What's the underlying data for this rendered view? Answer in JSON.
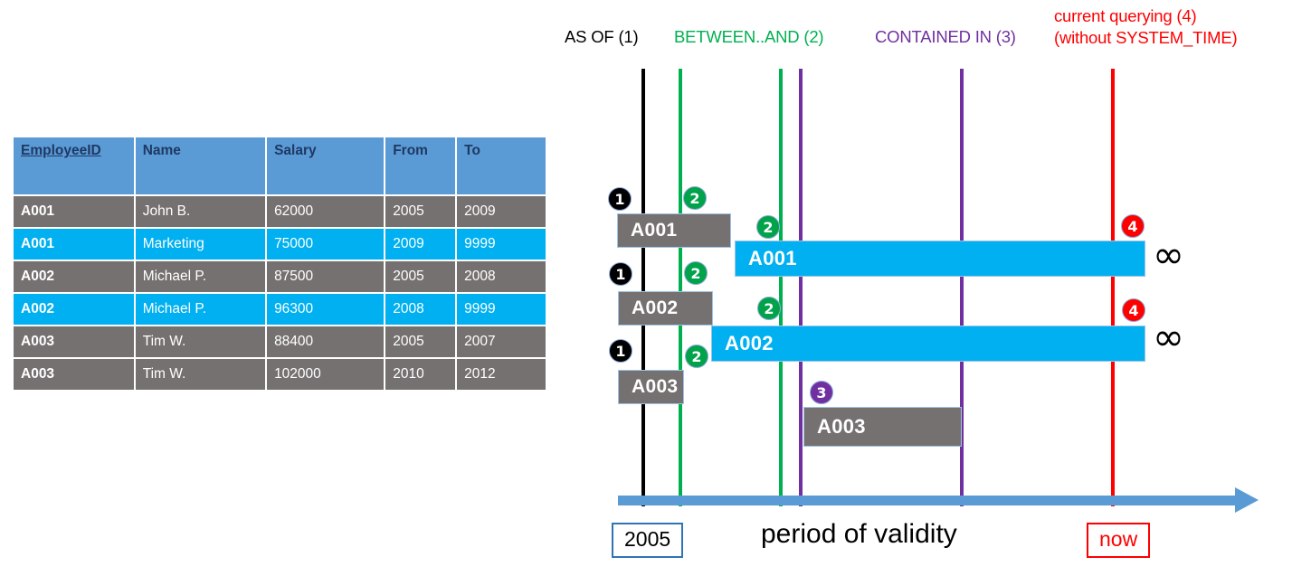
{
  "table": {
    "columns": [
      "EmployeeID",
      "Name",
      "Salary",
      "From",
      "To"
    ],
    "rows": [
      {
        "style": "gray",
        "id": "A001",
        "name": "John  B.",
        "salary": "62000",
        "from": "2005",
        "to": "2009"
      },
      {
        "style": "cyan",
        "id": "A001",
        "name": "Marketing",
        "salary": "75000",
        "from": "2009",
        "to": "9999"
      },
      {
        "style": "gray",
        "id": "A002",
        "name": "Michael P.",
        "salary": "87500",
        "from": "2005",
        "to": "2008"
      },
      {
        "style": "cyan",
        "id": "A002",
        "name": "Michael P.",
        "salary": "96300",
        "from": "2008",
        "to": "9999"
      },
      {
        "style": "gray",
        "id": "A003",
        "name": "Tim W.",
        "salary": "88400",
        "from": "2005",
        "to": "2007"
      },
      {
        "style": "gray",
        "id": "A003",
        "name": "Tim W.",
        "salary": "102000",
        "from": "2010",
        "to": "2012"
      }
    ]
  },
  "diagram": {
    "legend": {
      "as_of": "AS OF (1)",
      "between_and": "BETWEEN..AND (2)",
      "contained_in": "CONTAINED IN (3)",
      "current_line1": "current querying (4)",
      "current_line2": "(without SYSTEM_TIME)"
    },
    "colors": {
      "as_of": "#000000",
      "between_and": "#00B050",
      "contained_in": "#7030A0",
      "current": "#FF0000",
      "gray_bar": "#767171",
      "cyan_bar": "#00B0F0",
      "header_blue": "#5B9BD5",
      "axis_blue": "#5B9BD5"
    },
    "bars": [
      {
        "label": "A001",
        "style": "gray"
      },
      {
        "label": "A001",
        "style": "cyan"
      },
      {
        "label": "A002",
        "style": "gray"
      },
      {
        "label": "A002",
        "style": "cyan"
      },
      {
        "label": "A003",
        "style": "gray"
      },
      {
        "label": "A003",
        "style": "gray"
      }
    ],
    "badges": {
      "one": "1",
      "two": "2",
      "three": "3",
      "four": "4"
    },
    "infinity_symbol": "∞",
    "axis": {
      "start_label": "2005",
      "end_label": "now",
      "caption": "period of validity"
    }
  }
}
